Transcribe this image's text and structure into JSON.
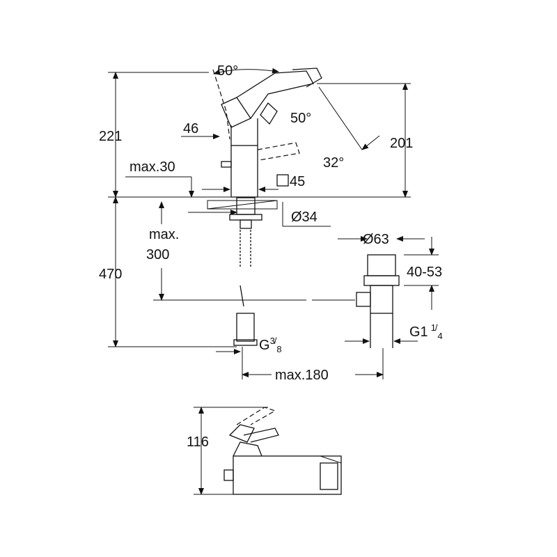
{
  "dimensions": {
    "lever_angle_top": "50°",
    "lever_angle_side": "50°",
    "total_height": "221",
    "lever_offset": "46",
    "spout_angle": "32°",
    "spout_height": "201",
    "max_deck": "max.30",
    "square_body": "45",
    "hole_diameter": "Ø34",
    "max_hose_top": "max.",
    "max_hose_bottom": "300",
    "below_deck_height": "470",
    "waste_diameter": "Ø63",
    "waste_range": "40-53",
    "waste_thread_main": "G1",
    "waste_thread_num": "1",
    "waste_thread_den": "4",
    "inlet_thread_main": "G",
    "inlet_thread_num": "3",
    "inlet_thread_den": "8",
    "max_reach": "max.180",
    "side_height": "116"
  }
}
